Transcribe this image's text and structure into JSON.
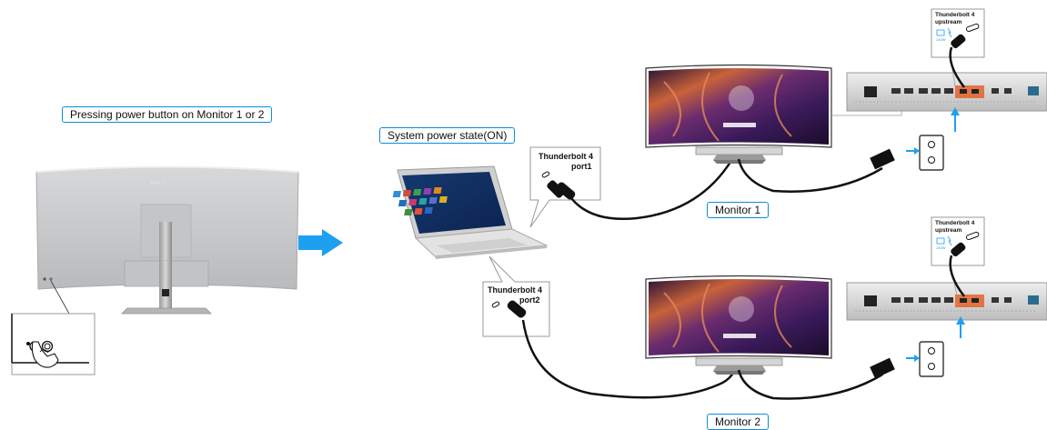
{
  "left_caption": "Pressing power button on Monitor 1 or 2",
  "system_state": "System power state(ON)",
  "monitor1_label": "Monitor 1",
  "monitor2_label": "Monitor 2",
  "port1_line1": "Thunderbolt 4",
  "port1_line2": "port1",
  "port2_line1": "Thunderbolt 4",
  "port2_line2": "port2",
  "upstream_line1": "Thunderbolt 4",
  "upstream_line2": "upstream",
  "power_rating": "140W",
  "monitor_logo": "DELL",
  "colors": {
    "accent": "#0a8fd8",
    "arrow": "#1ea0f0",
    "cable": "#111111",
    "port_highlight": "#e4622b",
    "monitor_back": "#c9cacc"
  }
}
